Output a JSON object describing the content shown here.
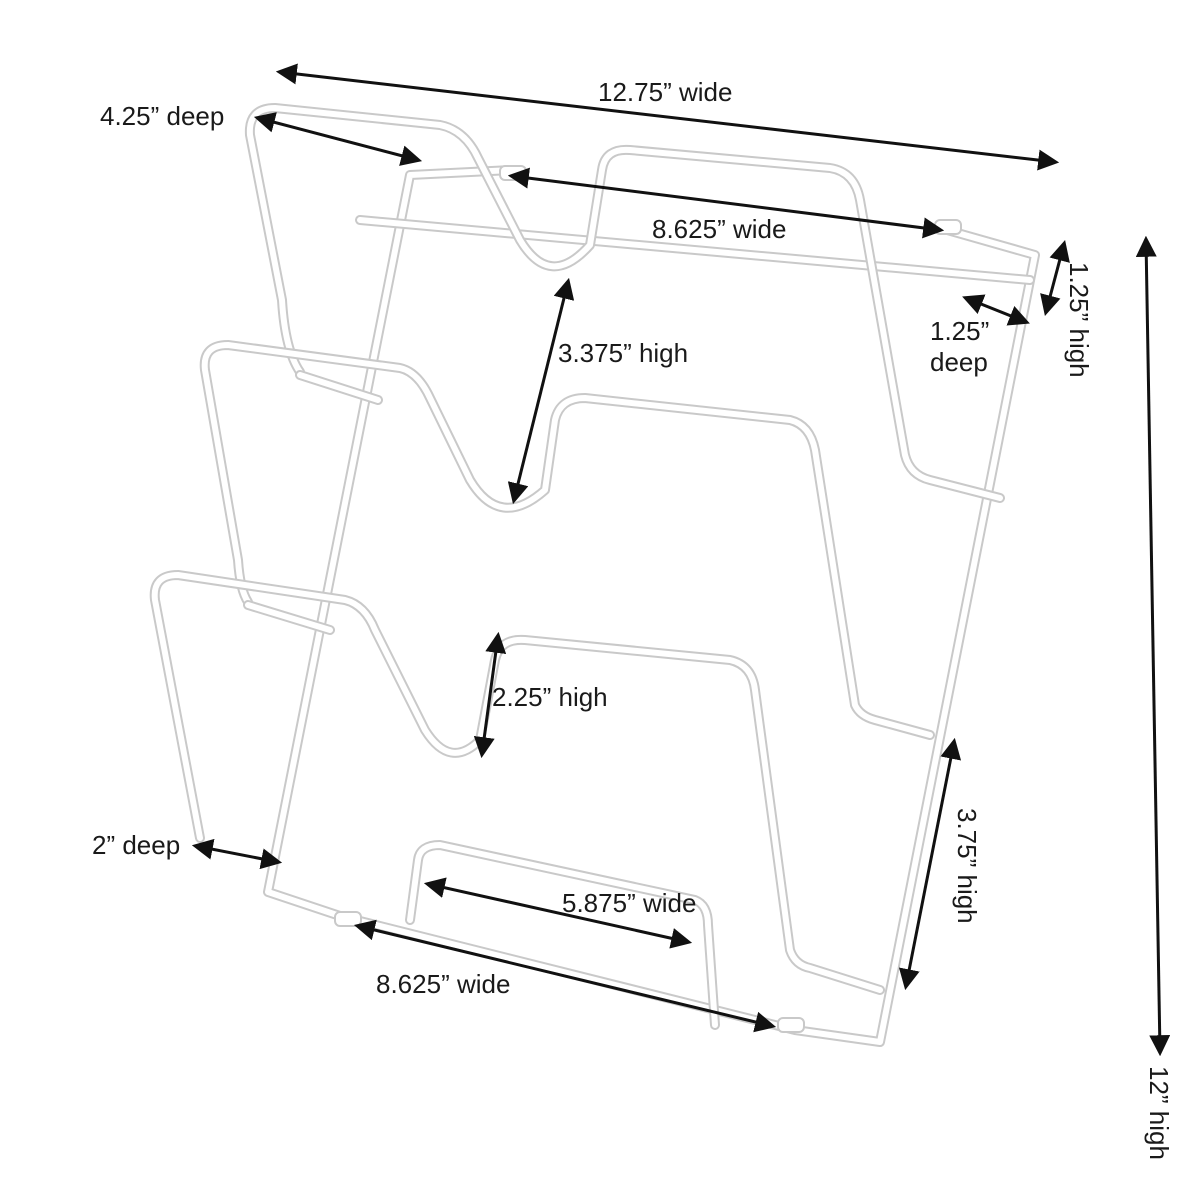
{
  "colors": {
    "background": "#ffffff",
    "wire": "#ffffff",
    "wire_edge": "#c9c9c9",
    "dimension": "#111111",
    "text": "#1a1a1a"
  },
  "labels": {
    "overall_width": "12.75” wide",
    "overall_depth": "4.25” deep",
    "top_slot_width": "8.625” wide",
    "top_slot_height": "3.375” high",
    "right_depth_line1": "1.25”",
    "right_depth_line2": "deep",
    "right_height": "1.25” high",
    "middle_slot_height": "2.25” high",
    "bottom_depth": "2” deep",
    "bottom_slot_width": "5.875” wide",
    "bottom_width": "8.625” wide",
    "lower_right_height": "3.75” high",
    "overall_height": "12” high"
  }
}
